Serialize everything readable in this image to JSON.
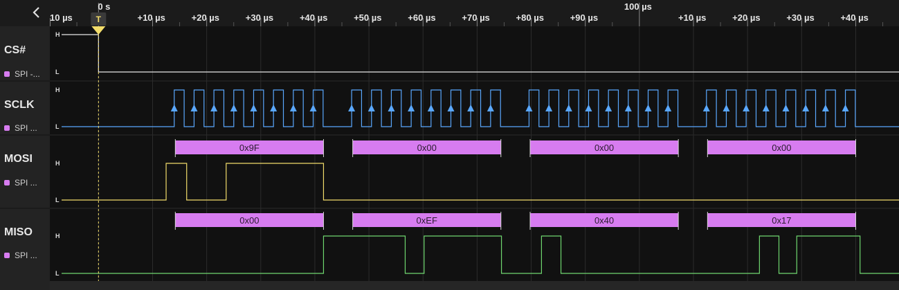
{
  "sidebar": {
    "collapse_icon": "chevron-left-icon",
    "channels": [
      {
        "name": "CS#",
        "analyzer": "SPI -..."
      },
      {
        "name": "SCLK",
        "analyzer": "SPI ..."
      },
      {
        "name": "MOSI",
        "analyzer": "SPI ..."
      },
      {
        "name": "MISO",
        "analyzer": "SPI ..."
      }
    ],
    "analyzer_color": "#d77cf0"
  },
  "ruler": {
    "major_labels": [
      "0 s",
      "100 µs"
    ],
    "minor_labels": [
      "10 µs",
      "+10 µs",
      "+20 µs",
      "+30 µs",
      "+40 µs",
      "+50 µs",
      "+60 µs",
      "+70 µs",
      "+80 µs",
      "+90 µs",
      "+10 µs",
      "+20 µs",
      "+30 µs",
      "+40 µs"
    ],
    "trigger_label": "T"
  },
  "level_labels": {
    "high": "H",
    "low": "L"
  },
  "colors": {
    "cs": "#e8e8e8",
    "sclk": "#5aa8ff",
    "mosi": "#f3dd6b",
    "miso": "#6fd86f",
    "frame": "#d77cf0",
    "trigger": "#f3dd6b"
  },
  "signals": {
    "time_range_us": [
      -9,
      148
    ],
    "trigger_time_us": 0,
    "cs": {
      "initial": 1,
      "transitions_us": [
        0
      ]
    },
    "sclk": {
      "initial": 0,
      "bytes": [
        {
          "start_us": 14.0,
          "period_us": 3.67
        },
        {
          "start_us": 46.8,
          "period_us": 3.67
        },
        {
          "start_us": 79.6,
          "period_us": 3.67
        },
        {
          "start_us": 112.4,
          "period_us": 3.67
        }
      ]
    },
    "mosi": {
      "initial": 0,
      "transitions_us": [
        12.5,
        16.3,
        23.6,
        41.6
      ]
    },
    "miso": {
      "initial": 0,
      "transitions_us": [
        41.6,
        56.7,
        60.2,
        74.5,
        81.9,
        85.5,
        122.2,
        125.8,
        129.1,
        140.8
      ]
    },
    "mosi_frames": [
      {
        "start_us": 14.2,
        "end_us": 41.6,
        "label": "0x9F"
      },
      {
        "start_us": 47.0,
        "end_us": 74.4,
        "label": "0x00"
      },
      {
        "start_us": 79.8,
        "end_us": 107.2,
        "label": "0x00"
      },
      {
        "start_us": 112.6,
        "end_us": 140.0,
        "label": "0x00"
      }
    ],
    "miso_frames": [
      {
        "start_us": 14.2,
        "end_us": 41.6,
        "label": "0x00"
      },
      {
        "start_us": 47.0,
        "end_us": 74.4,
        "label": "0xEF"
      },
      {
        "start_us": 79.8,
        "end_us": 107.2,
        "label": "0x40"
      },
      {
        "start_us": 112.6,
        "end_us": 140.0,
        "label": "0x17"
      }
    ]
  }
}
